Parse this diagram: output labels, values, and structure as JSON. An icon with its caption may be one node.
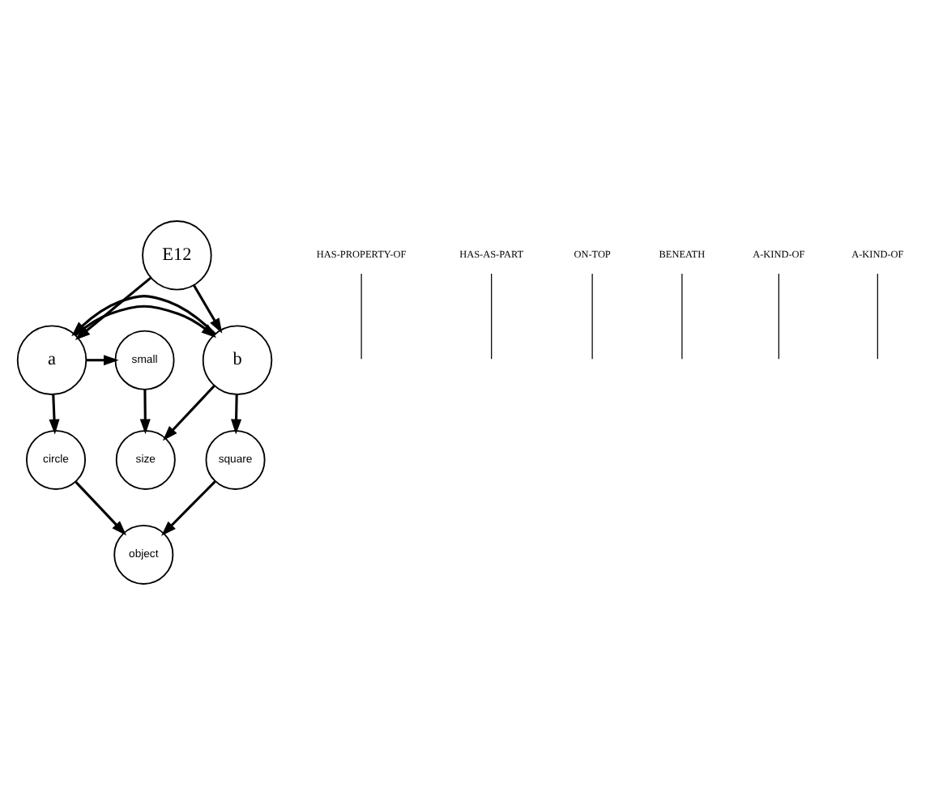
{
  "diagram": {
    "nodes": [
      {
        "text": [
          "E12"
        ]
      },
      {
        "text": [
          "a"
        ]
      },
      {
        "text": [
          "b"
        ]
      },
      {
        "text": [
          "small"
        ]
      },
      {
        "text": [
          "size"
        ]
      },
      {
        "text": [
          "circle"
        ]
      },
      {
        "text": [
          "square"
        ]
      },
      {
        "text": [
          "object"
        ]
      },
      {
        "text": [
          "HAS-PROPERTY-OF"
        ]
      },
      {
        "text": [
          "HAS-AS-PART"
        ]
      },
      {
        "text": [
          "ON-TOP"
        ]
      },
      {
        "text": [
          "BENEATH"
        ]
      },
      {
        "text": [
          "A-KIND-OF"
        ]
      },
      {
        "text": [
          "A-KIND-OF"
        ]
      }
    ],
    "edges": [
      {
        "from": 0,
        "to": 1,
        "arrow": "to"
      },
      {
        "from": 0,
        "to": 2,
        "arrow": "to"
      },
      {
        "from": 1,
        "to": 2,
        "arrow": "to"
      },
      {
        "from": 2,
        "to": 1,
        "arrow": "to"
      },
      {
        "from": 1,
        "to": 3,
        "arrow": "to"
      },
      {
        "from": 2,
        "to": 4,
        "arrow": "to"
      },
      {
        "from": 3,
        "to": 4,
        "arrow": "to"
      },
      {
        "from": 1,
        "to": 5,
        "arrow": "to"
      },
      {
        "from": 2,
        "to": 6,
        "arrow": "to"
      },
      {
        "from": 5,
        "to": 7,
        "arrow": "to"
      },
      {
        "from": 6,
        "to": 7,
        "arrow": "to"
      },
      {
        "from": 8,
        "to": null,
        "arrow": "none"
      },
      {
        "from": 9,
        "to": null,
        "arrow": "none"
      },
      {
        "from": 10,
        "to": null,
        "arrow": "none"
      },
      {
        "from": 11,
        "to": null,
        "arrow": "none"
      },
      {
        "from": 12,
        "to": null,
        "arrow": "none"
      },
      {
        "from": 13,
        "to": null,
        "arrow": "none"
      }
    ]
  }
}
